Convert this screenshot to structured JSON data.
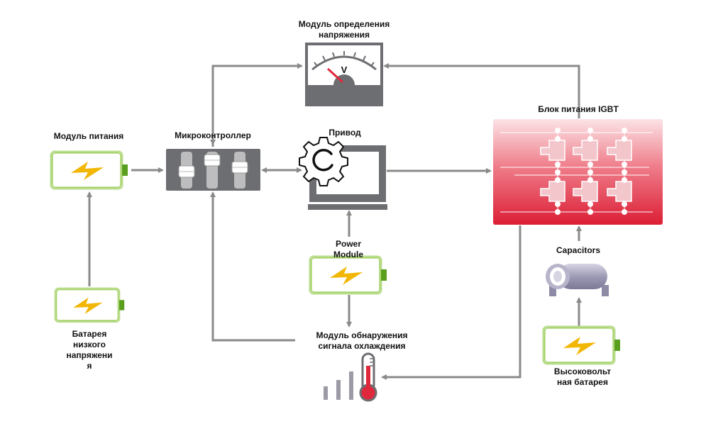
{
  "labels": {
    "voltage_module": "Модуль определения\nнапряжения",
    "power_module_main": "Модуль питания",
    "microcontroller": "Микроконтроллер",
    "drive": "Привод",
    "igbt_block": "Блок питания IGBT",
    "power_module_small": "Power\nModule",
    "capacitors": "Capacitors",
    "low_voltage_battery": "Батарея\nнизкого\nнапряжени\nя",
    "cooling_module": "Модуль обнаружения\nсигнала охлаждения",
    "high_voltage_battery": "Высоковольт\nная батарея",
    "voltmeter_symbol": "V"
  },
  "colors": {
    "arrow": "#8a8a8a",
    "battery_frame": "#8cc63f",
    "bolt": "#f2b705",
    "igbt_red": "#e0283c",
    "device_gray": "#6d6e71",
    "capacitor": "#9e9bb5",
    "thermometer_red": "#e0283c"
  },
  "icons": [
    "battery-icon",
    "lightning-icon",
    "voltmeter-icon",
    "gear-icon",
    "monitor-icon",
    "thermometer-icon",
    "bars-icon",
    "capacitor-icon",
    "igbt-circuit-icon",
    "microcontroller-icon"
  ]
}
